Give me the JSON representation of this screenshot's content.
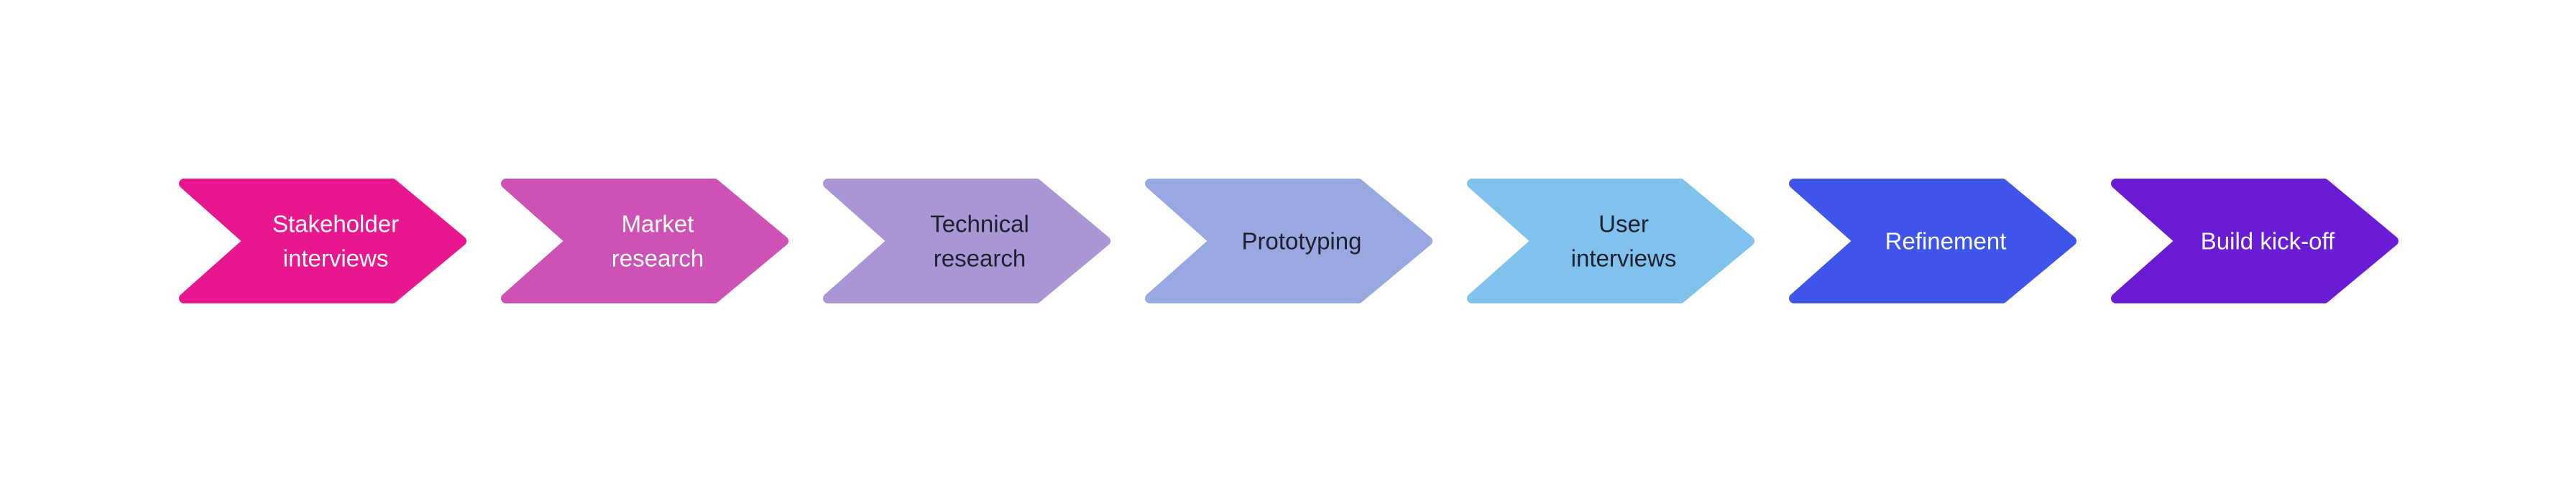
{
  "steps": [
    {
      "lines": [
        "Stakeholder",
        "interviews"
      ],
      "fill": "#E8178E",
      "text_color": "#FFFFFF"
    },
    {
      "lines": [
        "Market",
        "research"
      ],
      "fill": "#CC52B6",
      "text_color": "#FFFFFF"
    },
    {
      "lines": [
        "Technical",
        "research"
      ],
      "fill": "#A896D5",
      "text_color": "#1F1F2E"
    },
    {
      "lines": [
        "Prototyping"
      ],
      "fill": "#99A8E0",
      "text_color": "#1F1F2E"
    },
    {
      "lines": [
        "User",
        "interviews"
      ],
      "fill": "#7FC2EE",
      "text_color": "#1F1F2E"
    },
    {
      "lines": [
        "Refinement"
      ],
      "fill": "#3F55EA",
      "text_color": "#FFFFFF"
    },
    {
      "lines": [
        "Build kick-off"
      ],
      "fill": "#6A1BD4",
      "text_color": "#FFFFFF"
    }
  ]
}
